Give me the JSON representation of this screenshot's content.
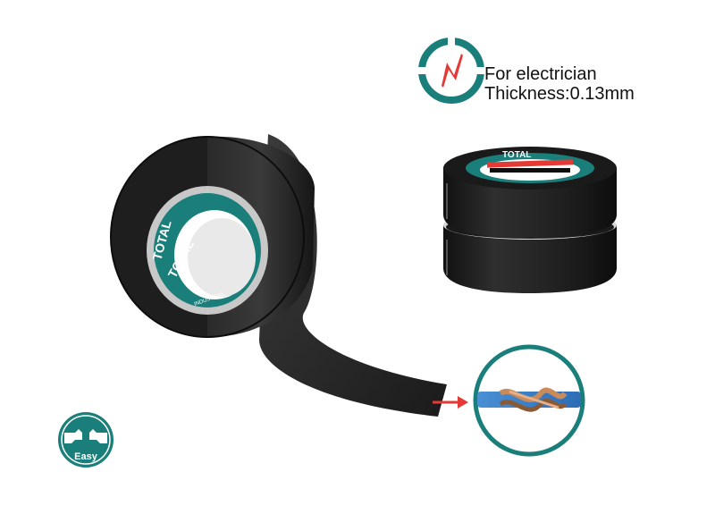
{
  "feature": {
    "line1": "For electrician",
    "line2": "Thickness:0.13mm"
  },
  "easy_badge": {
    "label": "Easy"
  },
  "tape": {
    "core_brand": "TOTAL",
    "core_sub": "INDUSTRIAL",
    "spool_brand": "TOTAL"
  },
  "colors": {
    "accent": "#1a7f7a",
    "warning": "#e53935",
    "tape": "#1c1c1c",
    "arrow": "#e53935"
  },
  "icons": {
    "feature_badge": "lightning-icon",
    "easy_badge": "hands-tearing-icon",
    "arrow": "red-arrow-icon"
  }
}
